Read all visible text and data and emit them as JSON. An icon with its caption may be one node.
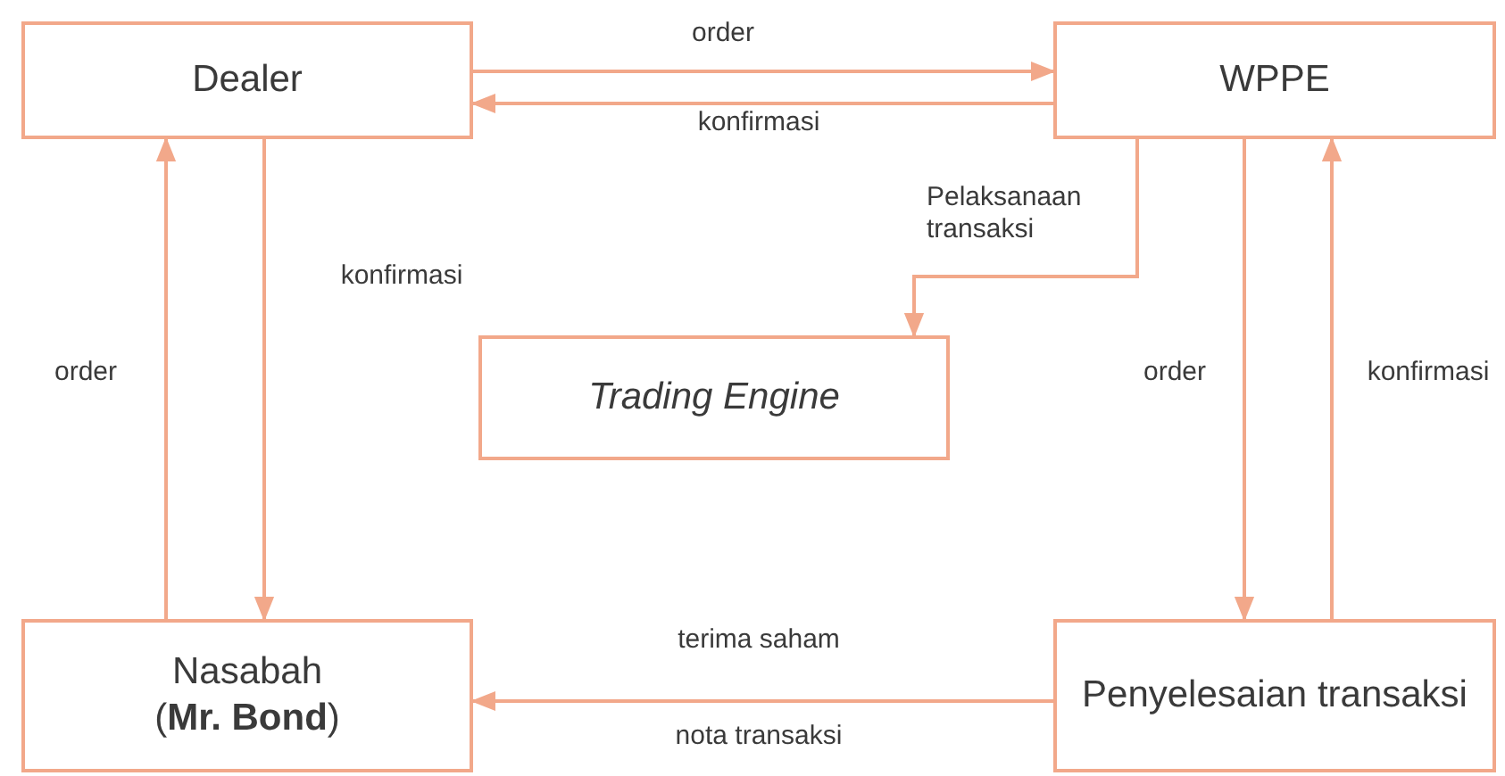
{
  "diagram": {
    "nodes": [
      {
        "text": [
          "Dealer"
        ]
      },
      {
        "text": [
          "WPPE"
        ]
      },
      {
        "text": [
          "Trading Engine"
        ]
      },
      {
        "text": [
          "Nasabah (**Mr. Bond**)"
        ]
      },
      {
        "text": [
          "Penyelesaian transaksi"
        ]
      }
    ],
    "edges": [
      {
        "from": 0,
        "to": 1,
        "arrow": "to",
        "label": "order"
      },
      {
        "from": 1,
        "to": 0,
        "arrow": "to",
        "label": "konfirmasi"
      },
      {
        "from": 1,
        "to": 2,
        "arrow": "to",
        "label": "Pelaksanaan transaksi"
      },
      {
        "from": 0,
        "to": 3,
        "arrow": "to",
        "label": "konfirmasi"
      },
      {
        "from": 3,
        "to": 0,
        "arrow": "to",
        "label": "order"
      },
      {
        "from": 1,
        "to": 4,
        "arrow": "to",
        "label": "order"
      },
      {
        "from": 4,
        "to": 1,
        "arrow": "to",
        "label": "konfirmasi"
      },
      {
        "from": 4,
        "to": 3,
        "arrow": "to",
        "label": "terima saham"
      }
    ],
    "labels": [
      "nota transaksi"
    ]
  }
}
